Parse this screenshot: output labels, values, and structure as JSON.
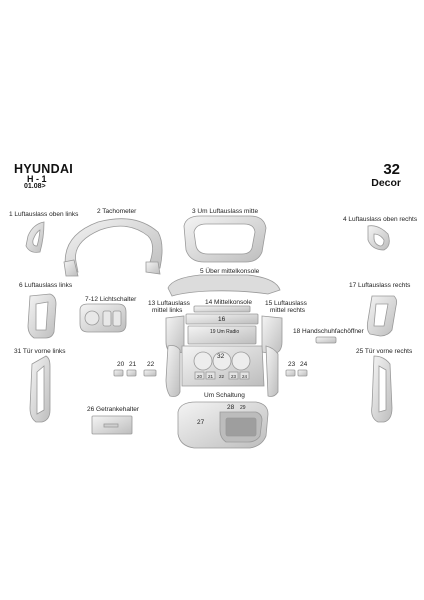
{
  "header": {
    "brand": "HYUNDAI",
    "model": "H - 1",
    "date": "01.08>",
    "set_number": "32",
    "set_name": "Decor"
  },
  "parts": {
    "p1": "1 Luftauslass oben links",
    "p2": "2 Tachometer",
    "p3": "3 Um Luftauslass mitte",
    "p4": "4 Luftauslass oben rechts",
    "p5": "5 Über mittelkonsole",
    "p6": "6 Luftauslass links",
    "p7": "7-12 Lichtschalter",
    "p13a": "13 Luftauslass",
    "p13b": "mittel links",
    "p14": "14 Mittelkonsole",
    "p15a": "15 Luftauslass",
    "p15b": "mittel rechts",
    "p16": "16",
    "p17": "17 Luftauslass rechts",
    "p18": "18 Handschuhfachöffner",
    "p19": "19 Um Radio",
    "p20": "20",
    "p21": "21",
    "p22": "22",
    "p23": "23",
    "p24": "24",
    "p25": "25 Tür vorne rechts",
    "p26": "26 Getrankehalter",
    "p27": "27",
    "p28": "28",
    "p29": "29",
    "p31": "31 Tür vorne links",
    "p32": "32",
    "um_schaltung": "Um Schaltung",
    "c20": "20",
    "c21": "21",
    "c22": "22",
    "c23": "23",
    "c24": "24"
  }
}
